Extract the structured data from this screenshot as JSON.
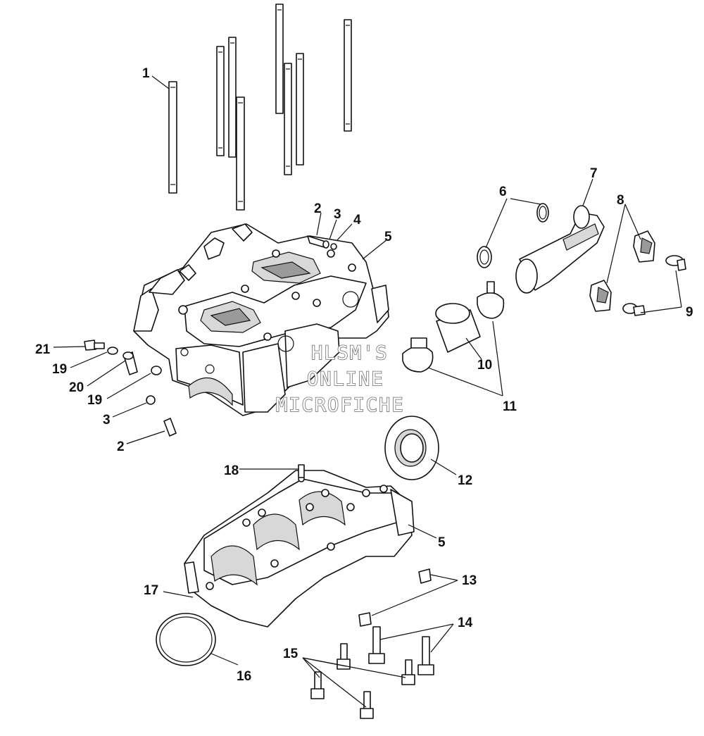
{
  "callouts": {
    "c1": "1",
    "c2a": "2",
    "c3a": "3",
    "c4": "4",
    "c5a": "5",
    "c6": "6",
    "c7": "7",
    "c8": "8",
    "c9": "9",
    "c10": "10",
    "c11": "11",
    "c12": "12",
    "c18": "18",
    "c5b": "5",
    "c13": "13",
    "c14": "14",
    "c15": "15",
    "c16": "16",
    "c17": "17",
    "c21": "21",
    "c19a": "19",
    "c20": "20",
    "c19b": "19",
    "c3b": "3",
    "c2b": "2"
  },
  "watermark": {
    "line1": "HLSM'S",
    "line2": "ONLINE",
    "line3": "MICROFICHE"
  }
}
